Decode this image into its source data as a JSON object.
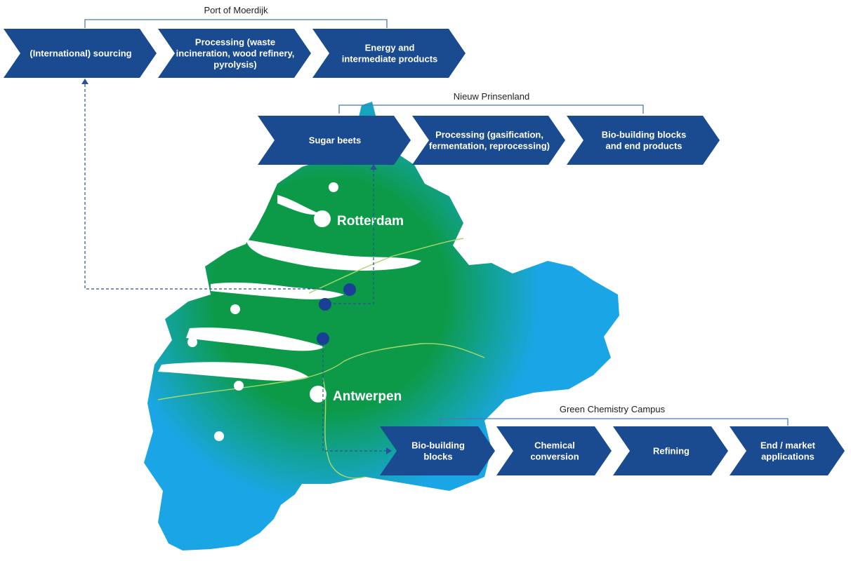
{
  "colors": {
    "chevron": "#1a4a8f",
    "bracket": "#4a79b8",
    "land_green": "#0c9a48",
    "land_blue": "#1aa6e6",
    "water_white": "#ffffff",
    "site_dot": "#1a3f96"
  },
  "groups": [
    {
      "label": "Port of Moerdijk",
      "steps": [
        {
          "lines": [
            "(International) sourcing"
          ]
        },
        {
          "lines": [
            "Processing (waste",
            "incineration, wood refinery,",
            "pyrolysis)"
          ]
        },
        {
          "lines": [
            "Energy and",
            "intermediate products"
          ]
        }
      ]
    },
    {
      "label": "Nieuw Prinsenland",
      "steps": [
        {
          "lines": [
            "Sugar beets"
          ]
        },
        {
          "lines": [
            "Processing (gasification,",
            "fermentation, reprocessing)"
          ]
        },
        {
          "lines": [
            "Bio-building blocks",
            "and end products"
          ]
        }
      ]
    },
    {
      "label": "Green Chemistry Campus",
      "steps": [
        {
          "lines": [
            "Bio-building",
            "blocks"
          ]
        },
        {
          "lines": [
            "Chemical",
            "conversion"
          ]
        },
        {
          "lines": [
            "Refining"
          ]
        },
        {
          "lines": [
            "End / market",
            "applications"
          ]
        }
      ]
    }
  ],
  "cities": {
    "rotterdam": "Rotterdam",
    "antwerpen": "Antwerpen"
  }
}
